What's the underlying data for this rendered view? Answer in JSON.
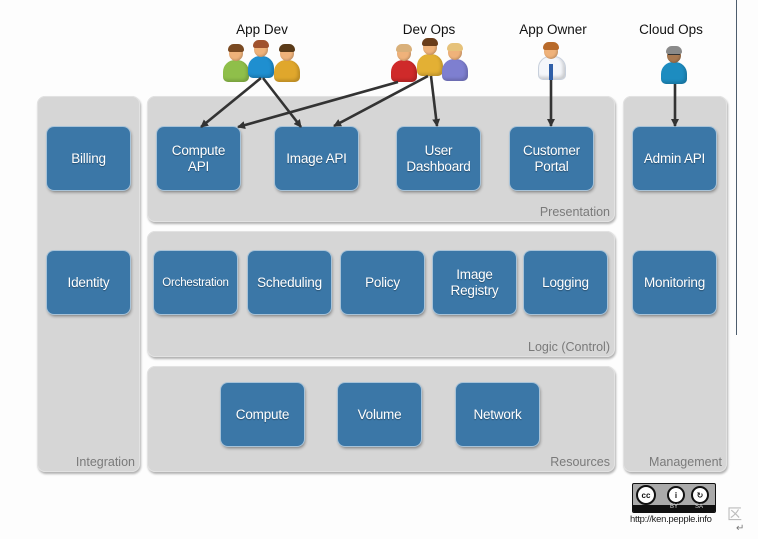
{
  "actors": [
    {
      "id": "app-dev",
      "label": "App Dev",
      "people": [
        {
          "shirt": "#8fbf4a",
          "hair": "#7a4a22"
        },
        {
          "shirt": "#1f8fd0",
          "hair": "#a0522d"
        },
        {
          "shirt": "#e0a72c",
          "hair": "#5a3a18"
        }
      ]
    },
    {
      "id": "dev-ops",
      "label": "Dev Ops",
      "people": [
        {
          "shirt": "#cf2a2a",
          "hair": "#d9b07a"
        },
        {
          "shirt": "#e3b034",
          "hair": "#6a3d1a"
        },
        {
          "shirt": "#7e7fd0",
          "hair": "#e6c27a"
        }
      ]
    },
    {
      "id": "app-owner",
      "label": "App Owner",
      "people": [
        {
          "shirt": "#f4f6fa",
          "hair": "#b86a2a",
          "tie": true
        }
      ]
    },
    {
      "id": "cloud-ops",
      "label": "Cloud Ops",
      "people": [
        {
          "shirt": "#1d8cc0",
          "hair": "#8a8a8a",
          "glasses": true,
          "skin": "#a87850"
        }
      ]
    }
  ],
  "panels": {
    "integration": {
      "label": "Integration",
      "boxes": [
        "Billing",
        "Identity"
      ]
    },
    "presentation": {
      "label": "Presentation",
      "boxes": [
        "Compute\nAPI",
        "Image API",
        "User\nDashboard",
        "Customer\nPortal"
      ]
    },
    "logic": {
      "label": "Logic (Control)",
      "boxes": [
        "Orchestration",
        "Scheduling",
        "Policy",
        "Image\nRegistry",
        "Logging"
      ]
    },
    "resources": {
      "label": "Resources",
      "boxes": [
        "Compute",
        "Volume",
        "Network"
      ]
    },
    "management": {
      "label": "Management",
      "boxes": [
        "Admin API",
        "Monitoring"
      ]
    }
  },
  "arrows": [
    {
      "from": "App Dev",
      "to": "Compute API"
    },
    {
      "from": "App Dev",
      "to": "Image API"
    },
    {
      "from": "Dev Ops",
      "to": "Compute API"
    },
    {
      "from": "Dev Ops",
      "to": "Image API"
    },
    {
      "from": "Dev Ops",
      "to": "User Dashboard"
    },
    {
      "from": "App Owner",
      "to": "Customer Portal"
    },
    {
      "from": "Cloud Ops",
      "to": "Admin API"
    }
  ],
  "colors": {
    "box": "#3b77a7",
    "panel": "#d6d6d6",
    "arrow": "#333333"
  },
  "license": {
    "badge_icon": "cc-by-sa-icon",
    "cc": "cc",
    "by": "BY",
    "sa": "SA",
    "url": "http://ken.pepple.info"
  },
  "watermark": {
    "text": "区",
    "return_mark": "↵"
  }
}
